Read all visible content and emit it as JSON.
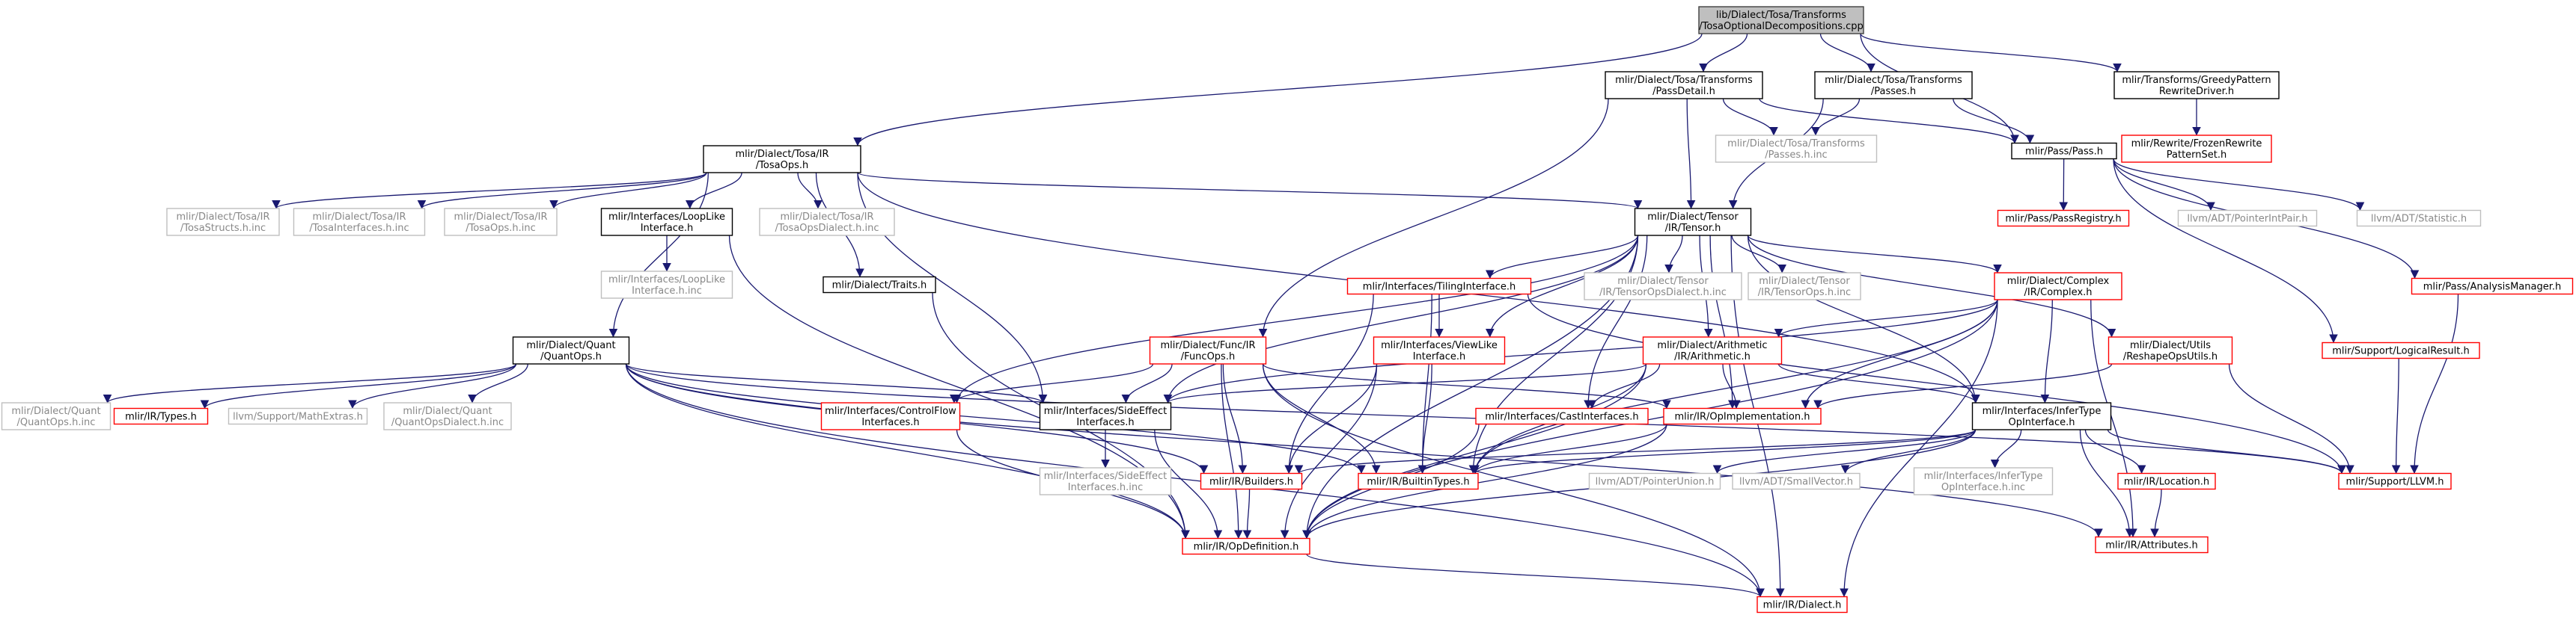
{
  "graph": {
    "nodes": [
      {
        "id": "root",
        "kind": "root",
        "lines": [
          "lib/Dialect/Tosa/Transforms",
          "/TosaOptionalDecompositions.cpp"
        ]
      },
      {
        "id": "passdetail",
        "kind": "local",
        "lines": [
          "mlir/Dialect/Tosa/Transforms",
          "/PassDetail.h"
        ]
      },
      {
        "id": "passes",
        "kind": "local",
        "lines": [
          "mlir/Dialect/Tosa/Transforms",
          "/Passes.h"
        ]
      },
      {
        "id": "greedy",
        "kind": "local",
        "lines": [
          "mlir/Transforms/GreedyPattern",
          "RewriteDriver.h"
        ]
      },
      {
        "id": "frozen",
        "kind": "truncated",
        "lines": [
          "mlir/Rewrite/FrozenRewrite",
          "PatternSet.h"
        ]
      },
      {
        "id": "tosaops",
        "kind": "local",
        "lines": [
          "mlir/Dialect/Tosa/IR",
          "/TosaOps.h"
        ]
      },
      {
        "id": "passesinc",
        "kind": "external",
        "lines": [
          "mlir/Dialect/Tosa/Transforms",
          "/Passes.h.inc"
        ]
      },
      {
        "id": "passh",
        "kind": "local",
        "lines": [
          "mlir/Pass/Pass.h"
        ]
      },
      {
        "id": "tensor",
        "kind": "local",
        "lines": [
          "mlir/Dialect/Tensor",
          "/IR/Tensor.h"
        ]
      },
      {
        "id": "tosastructs",
        "kind": "external",
        "lines": [
          "mlir/Dialect/Tosa/IR",
          "/TosaStructs.h.inc"
        ]
      },
      {
        "id": "tosainterfaces",
        "kind": "external",
        "lines": [
          "mlir/Dialect/Tosa/IR",
          "/TosaInterfaces.h.inc"
        ]
      },
      {
        "id": "tosaopsinc",
        "kind": "external",
        "lines": [
          "mlir/Dialect/Tosa/IR",
          "/TosaOps.h.inc"
        ]
      },
      {
        "id": "looplike",
        "kind": "local",
        "lines": [
          "mlir/Interfaces/LoopLike",
          "Interface.h"
        ]
      },
      {
        "id": "tosaopsdialect",
        "kind": "external",
        "lines": [
          "mlir/Dialect/Tosa/IR",
          "/TosaOpsDialect.h.inc"
        ]
      },
      {
        "id": "passregistry",
        "kind": "truncated",
        "lines": [
          "mlir/Pass/PassRegistry.h"
        ]
      },
      {
        "id": "pointerintpair",
        "kind": "external",
        "lines": [
          "llvm/ADT/PointerIntPair.h"
        ]
      },
      {
        "id": "statistic",
        "kind": "external",
        "lines": [
          "llvm/ADT/Statistic.h"
        ]
      },
      {
        "id": "looplikeinc",
        "kind": "external",
        "lines": [
          "mlir/Interfaces/LoopLike",
          "Interface.h.inc"
        ]
      },
      {
        "id": "traits",
        "kind": "local",
        "lines": [
          "mlir/Dialect/Traits.h"
        ]
      },
      {
        "id": "tilinginterface",
        "kind": "truncated",
        "lines": [
          "mlir/Interfaces/TilingInterface.h"
        ]
      },
      {
        "id": "tensoropsdialect",
        "kind": "external",
        "lines": [
          "mlir/Dialect/Tensor",
          "/IR/TensorOpsDialect.h.inc"
        ]
      },
      {
        "id": "tensoropsinc",
        "kind": "external",
        "lines": [
          "mlir/Dialect/Tensor",
          "/IR/TensorOps.h.inc"
        ]
      },
      {
        "id": "complex",
        "kind": "truncated",
        "lines": [
          "mlir/Dialect/Complex",
          "/IR/Complex.h"
        ]
      },
      {
        "id": "analysismanager",
        "kind": "truncated",
        "lines": [
          "mlir/Pass/AnalysisManager.h"
        ]
      },
      {
        "id": "quantops",
        "kind": "local",
        "lines": [
          "mlir/Dialect/Quant",
          "/QuantOps.h"
        ]
      },
      {
        "id": "funcops",
        "kind": "truncated",
        "lines": [
          "mlir/Dialect/Func/IR",
          "/FuncOps.h"
        ]
      },
      {
        "id": "viewlike",
        "kind": "truncated",
        "lines": [
          "mlir/Interfaces/ViewLike",
          "Interface.h"
        ]
      },
      {
        "id": "arith",
        "kind": "truncated",
        "lines": [
          "mlir/Dialect/Arithmetic",
          "/IR/Arithmetic.h"
        ]
      },
      {
        "id": "reshapeutils",
        "kind": "truncated",
        "lines": [
          "mlir/Dialect/Utils",
          "/ReshapeOpsUtils.h"
        ]
      },
      {
        "id": "logicalresult",
        "kind": "truncated",
        "lines": [
          "mlir/Support/LogicalResult.h"
        ]
      },
      {
        "id": "quantopsinc",
        "kind": "external",
        "lines": [
          "mlir/Dialect/Quant",
          "/QuantOps.h.inc"
        ]
      },
      {
        "id": "irtypes",
        "kind": "truncated",
        "lines": [
          "mlir/IR/Types.h"
        ]
      },
      {
        "id": "mathextras",
        "kind": "external",
        "lines": [
          "llvm/Support/MathExtras.h"
        ]
      },
      {
        "id": "quantdialectinc",
        "kind": "external",
        "lines": [
          "mlir/Dialect/Quant",
          "/QuantOpsDialect.h.inc"
        ]
      },
      {
        "id": "controlflow",
        "kind": "truncated",
        "lines": [
          "mlir/Interfaces/ControlFlow",
          "Interfaces.h"
        ]
      },
      {
        "id": "sideeffect",
        "kind": "local",
        "lines": [
          "mlir/Interfaces/SideEffect",
          "Interfaces.h"
        ]
      },
      {
        "id": "castinterfaces",
        "kind": "truncated",
        "lines": [
          "mlir/Interfaces/CastInterfaces.h"
        ]
      },
      {
        "id": "opimpl",
        "kind": "truncated",
        "lines": [
          "mlir/IR/OpImplementation.h"
        ]
      },
      {
        "id": "infertype",
        "kind": "local",
        "lines": [
          "mlir/Interfaces/InferType",
          "OpInterface.h"
        ]
      },
      {
        "id": "sideeffectinc",
        "kind": "external",
        "lines": [
          "mlir/Interfaces/SideEffect",
          "Interfaces.h.inc"
        ]
      },
      {
        "id": "builders",
        "kind": "truncated",
        "lines": [
          "mlir/IR/Builders.h"
        ]
      },
      {
        "id": "builtintypes",
        "kind": "truncated",
        "lines": [
          "mlir/IR/BuiltinTypes.h"
        ]
      },
      {
        "id": "pointerunion",
        "kind": "external",
        "lines": [
          "llvm/ADT/PointerUnion.h"
        ]
      },
      {
        "id": "smallvector",
        "kind": "external",
        "lines": [
          "llvm/ADT/SmallVector.h"
        ]
      },
      {
        "id": "infertypeinc",
        "kind": "external",
        "lines": [
          "mlir/Interfaces/InferType",
          "OpInterface.h.inc"
        ]
      },
      {
        "id": "location",
        "kind": "truncated",
        "lines": [
          "mlir/IR/Location.h"
        ]
      },
      {
        "id": "llvmh",
        "kind": "truncated",
        "lines": [
          "mlir/Support/LLVM.h"
        ]
      },
      {
        "id": "attributes",
        "kind": "truncated",
        "lines": [
          "mlir/IR/Attributes.h"
        ]
      },
      {
        "id": "opdef",
        "kind": "truncated",
        "lines": [
          "mlir/IR/OpDefinition.h"
        ]
      },
      {
        "id": "dialect",
        "kind": "truncated",
        "lines": [
          "mlir/IR/Dialect.h"
        ]
      }
    ],
    "edges": [
      [
        "root",
        "passdetail"
      ],
      [
        "root",
        "passes"
      ],
      [
        "root",
        "greedy"
      ],
      [
        "root",
        "tosaops"
      ],
      [
        "root",
        "passh"
      ],
      [
        "greedy",
        "frozen"
      ],
      [
        "passdetail",
        "passesinc"
      ],
      [
        "passdetail",
        "passh"
      ],
      [
        "passdetail",
        "tensor"
      ],
      [
        "passdetail",
        "funcops"
      ],
      [
        "passes",
        "passesinc"
      ],
      [
        "passes",
        "passh"
      ],
      [
        "passes",
        "tensor"
      ],
      [
        "passh",
        "passregistry"
      ],
      [
        "passh",
        "pointerintpair"
      ],
      [
        "passh",
        "statistic"
      ],
      [
        "passh",
        "analysismanager"
      ],
      [
        "passh",
        "logicalresult"
      ],
      [
        "analysismanager",
        "llvmh"
      ],
      [
        "logicalresult",
        "llvmh"
      ],
      [
        "tosaops",
        "tosastructs"
      ],
      [
        "tosaops",
        "tosainterfaces"
      ],
      [
        "tosaops",
        "tosaopsinc"
      ],
      [
        "tosaops",
        "looplike"
      ],
      [
        "tosaops",
        "tosaopsdialect"
      ],
      [
        "tosaops",
        "traits"
      ],
      [
        "tosaops",
        "quantops"
      ],
      [
        "tosaops",
        "tensor"
      ],
      [
        "tosaops",
        "sideeffect"
      ],
      [
        "tosaops",
        "infertype"
      ],
      [
        "looplike",
        "looplikeinc"
      ],
      [
        "looplike",
        "opdef"
      ],
      [
        "traits",
        "opdef"
      ],
      [
        "tensor",
        "tilinginterface"
      ],
      [
        "tensor",
        "tensoropsdialect"
      ],
      [
        "tensor",
        "tensoropsinc"
      ],
      [
        "tensor",
        "complex"
      ],
      [
        "tensor",
        "reshapeutils"
      ],
      [
        "tensor",
        "viewlike"
      ],
      [
        "tensor",
        "arith"
      ],
      [
        "tensor",
        "controlflow"
      ],
      [
        "tensor",
        "sideeffect"
      ],
      [
        "tensor",
        "castinterfaces"
      ],
      [
        "tensor",
        "opimpl"
      ],
      [
        "tensor",
        "infertype"
      ],
      [
        "tensor",
        "opdef"
      ],
      [
        "tensor",
        "dialect"
      ],
      [
        "tensor",
        "builtintypes"
      ],
      [
        "tilinginterface",
        "viewlike"
      ],
      [
        "tilinginterface",
        "builders"
      ],
      [
        "tilinginterface",
        "builtintypes"
      ],
      [
        "tilinginterface",
        "llvmh"
      ],
      [
        "complex",
        "arith"
      ],
      [
        "complex",
        "opimpl"
      ],
      [
        "complex",
        "infertype"
      ],
      [
        "complex",
        "sideeffect"
      ],
      [
        "complex",
        "builtintypes"
      ],
      [
        "complex",
        "attributes"
      ],
      [
        "complex",
        "opdef"
      ],
      [
        "complex",
        "dialect"
      ],
      [
        "reshapeutils",
        "opimpl"
      ],
      [
        "reshapeutils",
        "llvmh"
      ],
      [
        "quantops",
        "quantopsinc"
      ],
      [
        "quantops",
        "irtypes"
      ],
      [
        "quantops",
        "mathextras"
      ],
      [
        "quantops",
        "quantdialectinc"
      ],
      [
        "quantops",
        "sideeffect"
      ],
      [
        "quantops",
        "builders"
      ],
      [
        "quantops",
        "opdef"
      ],
      [
        "quantops",
        "builtintypes"
      ],
      [
        "quantops",
        "dialect"
      ],
      [
        "quantops",
        "attributes"
      ],
      [
        "quantops",
        "llvmh"
      ],
      [
        "funcops",
        "controlflow"
      ],
      [
        "funcops",
        "sideeffect"
      ],
      [
        "funcops",
        "opimpl"
      ],
      [
        "funcops",
        "builders"
      ],
      [
        "funcops",
        "builtintypes"
      ],
      [
        "funcops",
        "opdef"
      ],
      [
        "funcops",
        "dialect"
      ],
      [
        "viewlike",
        "builtintypes"
      ],
      [
        "viewlike",
        "opdef"
      ],
      [
        "viewlike",
        "builders"
      ],
      [
        "arith",
        "castinterfaces"
      ],
      [
        "arith",
        "opimpl"
      ],
      [
        "arith",
        "infertype"
      ],
      [
        "arith",
        "sideeffect"
      ],
      [
        "arith",
        "builtintypes"
      ],
      [
        "arith",
        "opdef"
      ],
      [
        "controlflow",
        "opdef"
      ],
      [
        "sideeffect",
        "sideeffectinc"
      ],
      [
        "sideeffect",
        "opdef"
      ],
      [
        "castinterfaces",
        "opdef"
      ],
      [
        "opimpl",
        "builtintypes"
      ],
      [
        "opimpl",
        "opdef"
      ],
      [
        "infertype",
        "builders"
      ],
      [
        "infertype",
        "builtintypes"
      ],
      [
        "infertype",
        "pointerunion"
      ],
      [
        "infertype",
        "smallvector"
      ],
      [
        "infertype",
        "infertypeinc"
      ],
      [
        "infertype",
        "location"
      ],
      [
        "infertype",
        "llvmh"
      ],
      [
        "infertype",
        "attributes"
      ],
      [
        "infertype",
        "opdef"
      ],
      [
        "location",
        "attributes"
      ],
      [
        "builders",
        "opdef"
      ],
      [
        "opdef",
        "dialect"
      ]
    ]
  }
}
